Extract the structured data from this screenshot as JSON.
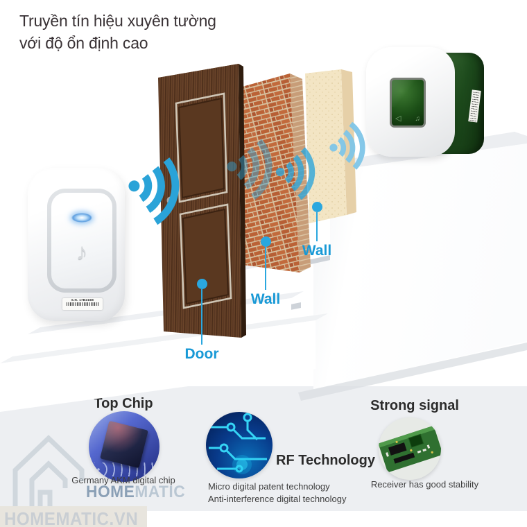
{
  "title": {
    "line1": "Truyền tín hiệu xuyên tường",
    "line2": "với độ ổn định cao"
  },
  "scene": {
    "door_label": "Door",
    "brick_wall_label": "Wall",
    "plaster_wall_label": "Wall",
    "transmitter_serial": "S.N. 17B216B"
  },
  "features": {
    "top_chip": {
      "title": "Top Chip",
      "caption": "Germany AKM digital chip"
    },
    "rf_technology": {
      "title": "RF Technology",
      "caption_line1": "Micro digital patent technology",
      "caption_line2": "Anti-interference digital technology"
    },
    "strong_signal": {
      "title": "Strong signal",
      "caption": "Receiver has good stability"
    }
  },
  "branding": {
    "logo_text_home": "HOME",
    "logo_text_matic": "MATIC",
    "website": "HOMEMATIC.VN"
  },
  "colors": {
    "label_blue": "#1899d6",
    "signal_blue": "#2fa6da",
    "signal_blue_light": "#7fc6e8",
    "strip_gray": "#edeff2",
    "receiver_green": "#1d4a1c",
    "brick": "#b75f35",
    "wood": "#5a3820"
  }
}
